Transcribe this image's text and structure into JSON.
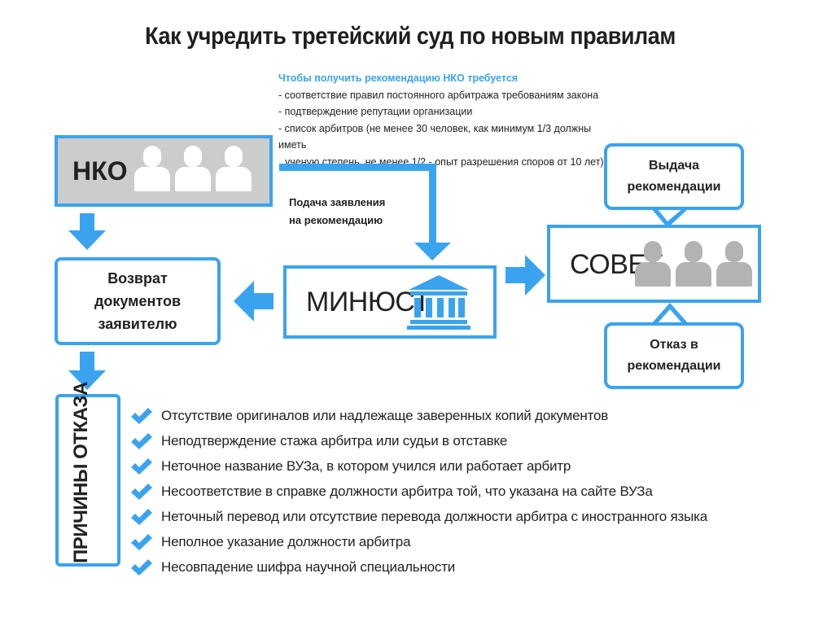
{
  "title": "Как учредить третейский суд по новым правилам",
  "requirements": {
    "title": "Чтобы получить рекомендацию НКО требуется",
    "items": [
      "- соответствие правил постоянного арбитража требованиям закона",
      "- подтверждение репутации организации",
      "- список арбитров (не менее 30 человек, как минимум 1/3 должны иметь",
      "  ученую степень, не менее 1/2 - опыт разрешения споров от 10 лет)"
    ]
  },
  "nodes": {
    "nko": "НКО",
    "minust": "МИНЮСТ",
    "sovet": "СОВЕТ",
    "vozvrat": [
      "Возврат",
      "документов",
      "заявителю"
    ],
    "vydacha": [
      "Выдача",
      "рекомендации"
    ],
    "otkaz": [
      "Отказ в",
      "рекомендации"
    ]
  },
  "edge_label": [
    "Подача заявления",
    "на рекомендацию"
  ],
  "reasons_title": "ПРИЧИНЫ ОТКАЗА",
  "reasons": [
    "Отсутствие оригиналов или надлежаще заверенных копий документов",
    "Неподтверждение стажа арбитра или судьи в отставке",
    "Неточное название ВУЗа, в котором учился или работает арбитр",
    "Несоответствие в справке должности арбитра той, что указана на сайте ВУЗа",
    "Неточный перевод или отсутствие перевода должности арбитра с иностранного языка",
    "Неполное указание должности арбитра",
    "Несовпадение шифра научной специальности"
  ],
  "colors": {
    "accent": "#3aa3ef",
    "nko_fill": "#cccccc",
    "people_gray": "#b3b3b3"
  },
  "icons": [
    "people-icon",
    "building-icon",
    "check-icon",
    "arrow-icon"
  ]
}
